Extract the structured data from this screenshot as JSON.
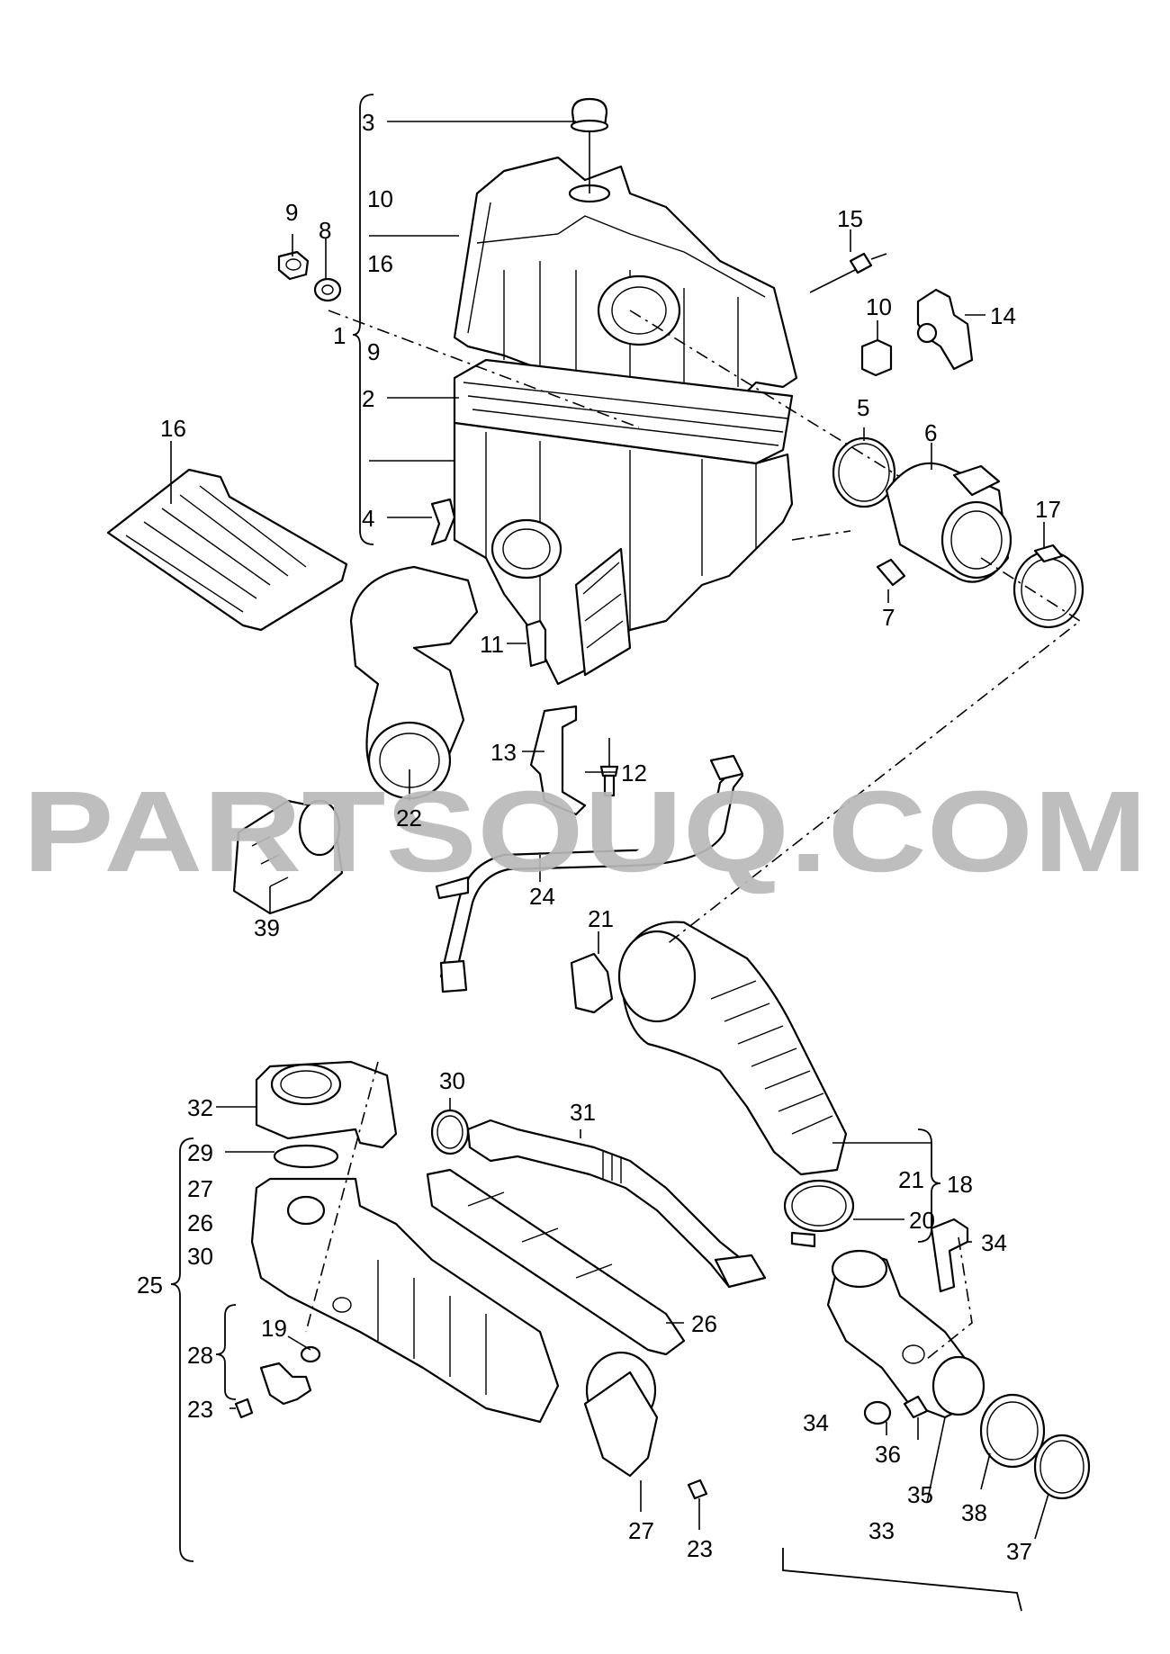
{
  "watermark": "PARTSOUQ.COM",
  "callouts": {
    "c1": "1",
    "c2": "2",
    "c3": "3",
    "c4": "4",
    "c5": "5",
    "c6": "6",
    "c7": "7",
    "c8": "8",
    "c9a": "9",
    "c9b": "9",
    "c10a": "10",
    "c10b": "10",
    "c11": "11",
    "c12": "12",
    "c13": "13",
    "c14": "14",
    "c15": "15",
    "c16a": "16",
    "c16b": "16",
    "c17": "17",
    "c18": "18",
    "c19": "19",
    "c20": "20",
    "c21a": "21",
    "c21b": "21",
    "c22": "22",
    "c23a": "23",
    "c23b": "23",
    "c24": "24",
    "c25": "25",
    "c26a": "26",
    "c26b": "26",
    "c27a": "27",
    "c27b": "27",
    "c28": "28",
    "c29": "29",
    "c30a": "30",
    "c30b": "30",
    "c31": "31",
    "c32": "32",
    "c33": "33",
    "c34a": "34",
    "c34b": "34",
    "c35": "35",
    "c36": "36",
    "c37": "37",
    "c38": "38",
    "c39": "39"
  }
}
